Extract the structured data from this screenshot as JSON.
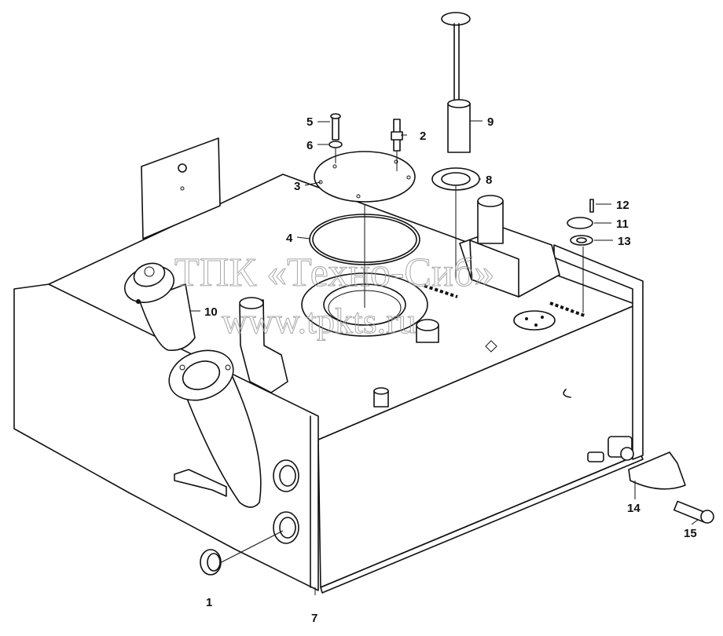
{
  "watermark": {
    "line1": "ТПК «Техно-Сиб»",
    "line2": "www.tpkts.ru"
  },
  "callouts": [
    "1",
    "2",
    "3",
    "4",
    "5",
    "6",
    "7",
    "8",
    "9",
    "10",
    "11",
    "12",
    "13",
    "14",
    "15"
  ]
}
